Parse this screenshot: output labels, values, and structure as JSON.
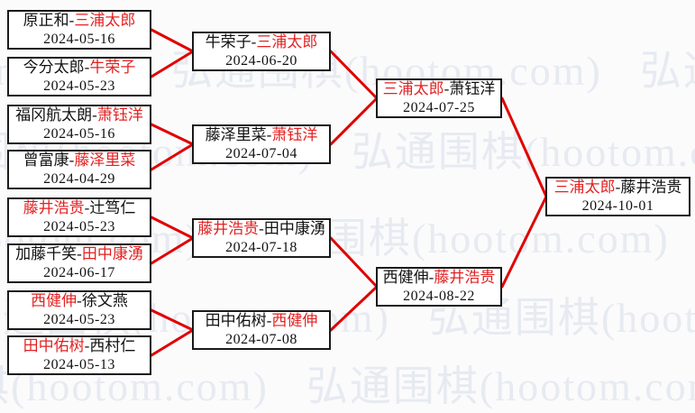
{
  "watermark": {
    "text": "弘通围棋(hootom.com)",
    "color": "#e7eaf1"
  },
  "colors": {
    "line_red": "#e00000",
    "winner_red": "#e32222",
    "box_border": "#1a1a1a",
    "background": "#fbfbfc"
  },
  "bracket": {
    "r1": [
      {
        "pre": "原正和-",
        "red": "三浦太郎",
        "post": "",
        "date": "2024-05-16"
      },
      {
        "pre": "今分太郎-",
        "red": "牛荣子",
        "post": "",
        "date": "2024-05-23"
      },
      {
        "pre": "福冈航太朗-",
        "red": "萧钰洋",
        "post": "",
        "date": "2024-05-16"
      },
      {
        "pre": "曾富康-",
        "red": "藤泽里菜",
        "post": "",
        "date": "2024-04-29"
      },
      {
        "pre": "",
        "red": "藤井浩贵",
        "post": "-辻笃仁",
        "date": "2024-05-23"
      },
      {
        "pre": "加藤千笑-",
        "red": "田中康湧",
        "post": "",
        "date": "2024-06-17"
      },
      {
        "pre": "",
        "red": "西健伸",
        "post": "-徐文燕",
        "date": "2024-05-23"
      },
      {
        "pre": "",
        "red": "田中佑树",
        "post": "-西村仁",
        "date": "2024-05-13"
      }
    ],
    "r2": [
      {
        "pre": "牛荣子-",
        "red": "三浦太郎",
        "post": "",
        "date": "2024-06-20"
      },
      {
        "pre": "藤泽里菜-",
        "red": "萧钰洋",
        "post": "",
        "date": "2024-07-04"
      },
      {
        "pre": "",
        "red": "藤井浩贵",
        "post": "-田中康湧",
        "date": "2024-07-18"
      },
      {
        "pre": "田中佑树-",
        "red": "西健伸",
        "post": "",
        "date": "2024-07-08"
      }
    ],
    "sf": [
      {
        "pre": "",
        "red": "三浦太郎",
        "post": "-萧钰洋",
        "date": "2024-07-25"
      },
      {
        "pre": "西健伸-",
        "red": "藤井浩贵",
        "post": "",
        "date": "2024-08-22"
      }
    ],
    "final": [
      {
        "pre": "",
        "red": "三浦太郎",
        "post": "-藤井浩贵",
        "date": "2024-10-01"
      }
    ]
  }
}
